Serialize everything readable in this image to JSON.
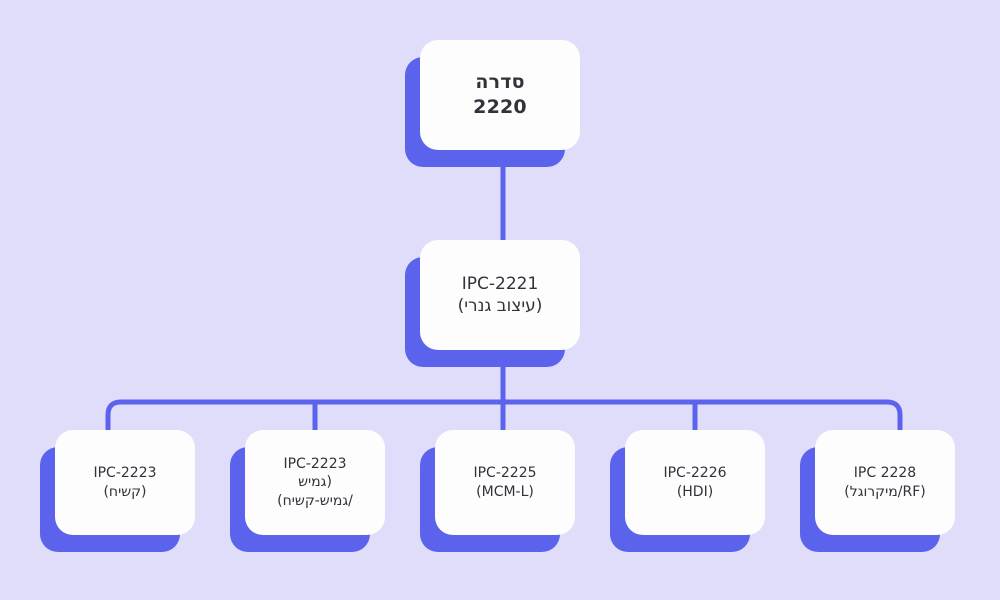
{
  "diagram": {
    "title": "IPC-2220 series hierarchy",
    "direction": "rtl",
    "colors": {
      "background": "#e0ddfb",
      "accent": "#5b63ec",
      "card": "#fdfdfd",
      "text": "#32323c"
    }
  },
  "nodes": {
    "root": {
      "line1": "סדרה",
      "line2": "2220"
    },
    "generic": {
      "line1": "IPC-2221",
      "line2": "(עיצוב גנרי)"
    },
    "children": [
      {
        "line1": "IPC-2223",
        "line2": "(קשיח)",
        "line3": ""
      },
      {
        "line1": "IPC-2223",
        "line2": "(גמיש",
        "line3": "/גמיש-קשיח)"
      },
      {
        "line1": "IPC-2225",
        "line2": "(MCM-L)",
        "line3": ""
      },
      {
        "line1": "IPC-2226",
        "line2": "(HDI)",
        "line3": ""
      },
      {
        "line1": "IPC 2228",
        "line2": "(RF/מיקרוגל)",
        "line3": ""
      }
    ]
  }
}
